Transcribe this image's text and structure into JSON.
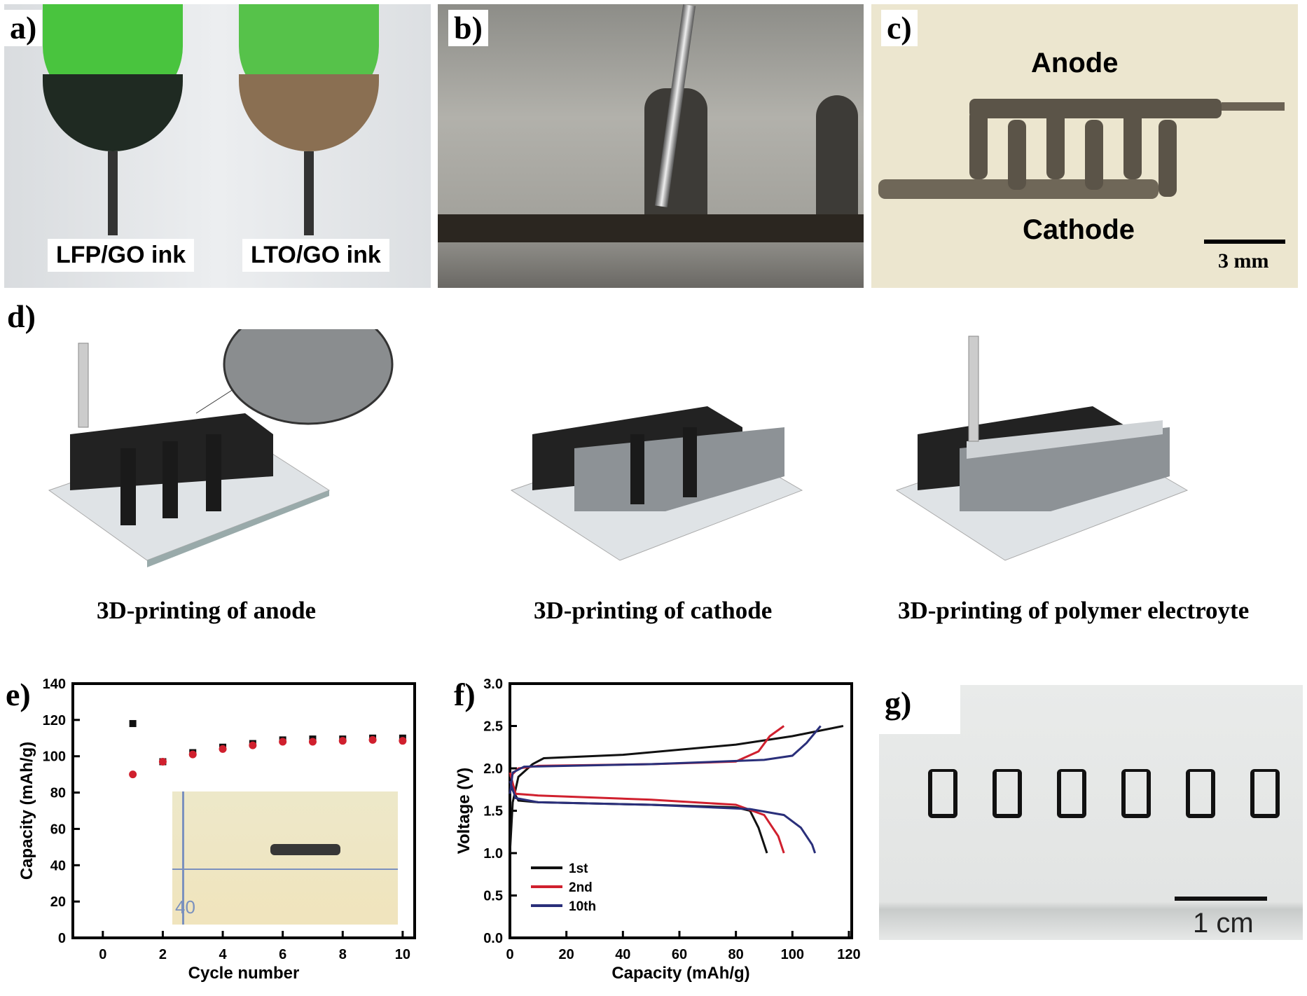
{
  "panels": {
    "a": {
      "label": "a)",
      "ink_left": "LFP/GO ink",
      "ink_right": "LTO/GO ink"
    },
    "b": {
      "label": "b)"
    },
    "c": {
      "label": "c)",
      "anode": "Anode",
      "cathode": "Cathode",
      "scale": "3 mm"
    },
    "d": {
      "label": "d)",
      "captions": [
        "3D-printing of anode",
        "3D-printing of cathode",
        "3D-printing of polymer electroyte"
      ]
    },
    "e": {
      "label": "e)",
      "inset_ruler_text": "40"
    },
    "f": {
      "label": "f)"
    },
    "g": {
      "label": "g)",
      "scale": "1 cm"
    }
  },
  "chart_data": [
    {
      "type": "scatter",
      "panel": "e",
      "xlabel": "Cycle number",
      "ylabel": "Capacity (mAh/g)",
      "xlim": [
        -1,
        10.4
      ],
      "ylim": [
        0,
        140
      ],
      "xticks": [
        0,
        2,
        4,
        6,
        8,
        10
      ],
      "yticks": [
        0,
        20,
        40,
        60,
        80,
        100,
        120,
        140
      ],
      "x": [
        1,
        2,
        3,
        4,
        5,
        6,
        7,
        8,
        9,
        10
      ],
      "series": [
        {
          "marker": "square",
          "color": "#111111",
          "values": [
            118,
            97,
            102,
            105,
            107,
            109,
            109.5,
            109.5,
            110,
            110
          ]
        },
        {
          "marker": "circle",
          "color": "#d0202e",
          "values": [
            90,
            97,
            101,
            104,
            106,
            108,
            108,
            108.5,
            109,
            108.5
          ]
        }
      ]
    },
    {
      "type": "line",
      "panel": "f",
      "xlabel": "Capacity (mAh/g)",
      "ylabel": "Voltage (V)",
      "xlim": [
        0,
        121
      ],
      "ylim": [
        0,
        3
      ],
      "xticks": [
        0,
        20,
        40,
        60,
        80,
        100,
        120
      ],
      "yticks": [
        "0.0",
        "0.5",
        "1.0",
        "1.5",
        "2.0",
        "2.5",
        "3.0"
      ],
      "legend_position": "bottom-left",
      "series": [
        {
          "name": "1st",
          "color": "#111111",
          "charge": [
            [
              0,
              1.0
            ],
            [
              1,
              1.6
            ],
            [
              3,
              1.9
            ],
            [
              8,
              2.05
            ],
            [
              12,
              2.12
            ],
            [
              40,
              2.16
            ],
            [
              80,
              2.28
            ],
            [
              100,
              2.38
            ],
            [
              118,
              2.5
            ]
          ],
          "discharge": [
            [
              0,
              1.8
            ],
            [
              3,
              1.62
            ],
            [
              10,
              1.6
            ],
            [
              50,
              1.57
            ],
            [
              80,
              1.54
            ],
            [
              85,
              1.5
            ],
            [
              88,
              1.3
            ],
            [
              91,
              1.0
            ]
          ]
        },
        {
          "name": "2nd",
          "color": "#d0202e",
          "charge": [
            [
              0,
              1.9
            ],
            [
              3,
              2.0
            ],
            [
              10,
              2.03
            ],
            [
              50,
              2.05
            ],
            [
              80,
              2.08
            ],
            [
              88,
              2.2
            ],
            [
              92,
              2.38
            ],
            [
              97,
              2.5
            ]
          ],
          "discharge": [
            [
              0,
              1.95
            ],
            [
              2,
              1.7
            ],
            [
              10,
              1.68
            ],
            [
              50,
              1.63
            ],
            [
              80,
              1.57
            ],
            [
              90,
              1.45
            ],
            [
              95,
              1.2
            ],
            [
              97,
              1.0
            ]
          ]
        },
        {
          "name": "10th",
          "color": "#2a2f7a",
          "charge": [
            [
              0,
              1.7
            ],
            [
              1,
              1.95
            ],
            [
              5,
              2.02
            ],
            [
              50,
              2.05
            ],
            [
              90,
              2.1
            ],
            [
              100,
              2.15
            ],
            [
              105,
              2.3
            ],
            [
              110,
              2.5
            ]
          ],
          "discharge": [
            [
              0,
              1.85
            ],
            [
              2,
              1.65
            ],
            [
              10,
              1.6
            ],
            [
              50,
              1.57
            ],
            [
              85,
              1.52
            ],
            [
              97,
              1.45
            ],
            [
              103,
              1.3
            ],
            [
              107,
              1.1
            ],
            [
              108,
              1.0
            ]
          ]
        }
      ]
    }
  ]
}
